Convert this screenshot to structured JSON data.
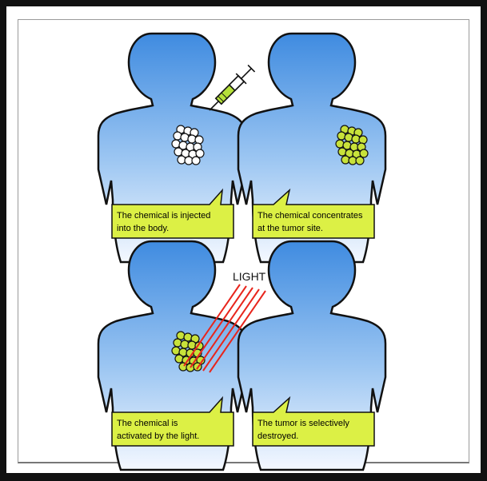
{
  "panels": [
    {
      "id": "injection",
      "caption_lines": [
        "The chemical is injected",
        "into the body."
      ]
    },
    {
      "id": "concentration",
      "caption_lines": [
        "The chemical concentrates",
        "at the tumor site."
      ]
    },
    {
      "id": "activation",
      "caption_lines": [
        "The chemical is",
        "activated by the light."
      ]
    },
    {
      "id": "destruction",
      "caption_lines": [
        "The tumor is selectively",
        "destroyed."
      ]
    }
  ],
  "light_label": "LIGHT",
  "colors": {
    "body_top": "#3f8be0",
    "body_bottom": "#f4f8ff",
    "outline": "#111111",
    "caption_fill": "#dcf045",
    "tumor_green": "#c8e23a",
    "tumor_white": "#ffffff",
    "light_rays": "#e8251c",
    "syringe_fluid": "#b5e03a"
  },
  "icons": [
    "human-torso-silhouette",
    "syringe-icon",
    "tumor-cells",
    "light-rays"
  ]
}
